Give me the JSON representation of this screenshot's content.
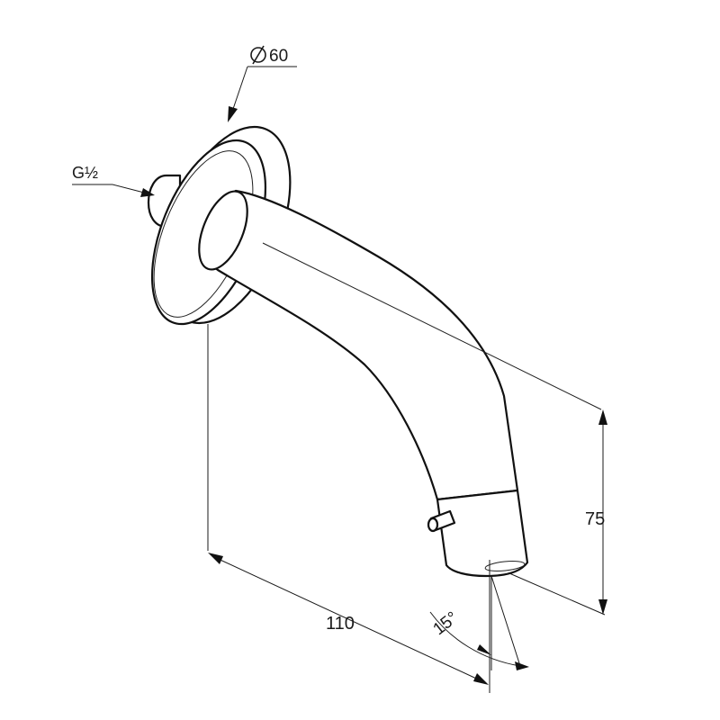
{
  "labels": {
    "flange_diameter": "60",
    "thread": "G½",
    "projection": "110",
    "height": "75",
    "angle": "15°"
  },
  "symbols": {
    "diameter": "diameter-symbol"
  },
  "colors": {
    "line": "#111111",
    "background": "#ffffff"
  }
}
